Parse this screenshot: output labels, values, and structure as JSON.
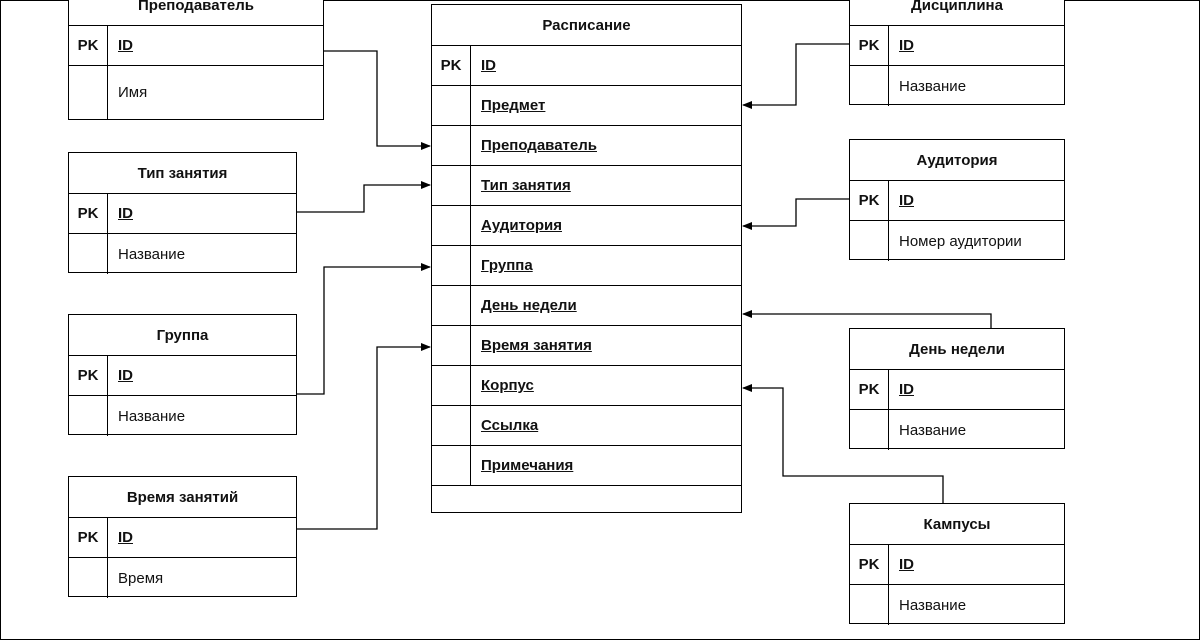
{
  "pk_label": "PK",
  "left_tables": [
    {
      "name": "Преподаватель",
      "pk_field": "ID",
      "field": "Имя"
    },
    {
      "name": "Тип занятия",
      "pk_field": "ID",
      "field": "Название"
    },
    {
      "name": "Группа",
      "pk_field": "ID",
      "field": "Название"
    },
    {
      "name": "Время занятий",
      "pk_field": "ID",
      "field": "Время"
    }
  ],
  "right_tables": [
    {
      "name": "Дисциплина",
      "pk_field": "ID",
      "field": "Название"
    },
    {
      "name": "Аудитория",
      "pk_field": "ID",
      "field": "Номер аудитории"
    },
    {
      "name": "День недели",
      "pk_field": "ID",
      "field": "Название"
    },
    {
      "name": "Кампусы",
      "pk_field": "ID",
      "field": "Название"
    }
  ],
  "schedule": {
    "name": "Расписание",
    "pk_field": "ID",
    "fields": [
      "Предмет",
      "Преподаватель",
      "Тип занятия",
      "Аудитория",
      "Группа",
      "День недели",
      "Время занятия",
      "Корпус",
      "Ссылка",
      "Примечания"
    ]
  }
}
